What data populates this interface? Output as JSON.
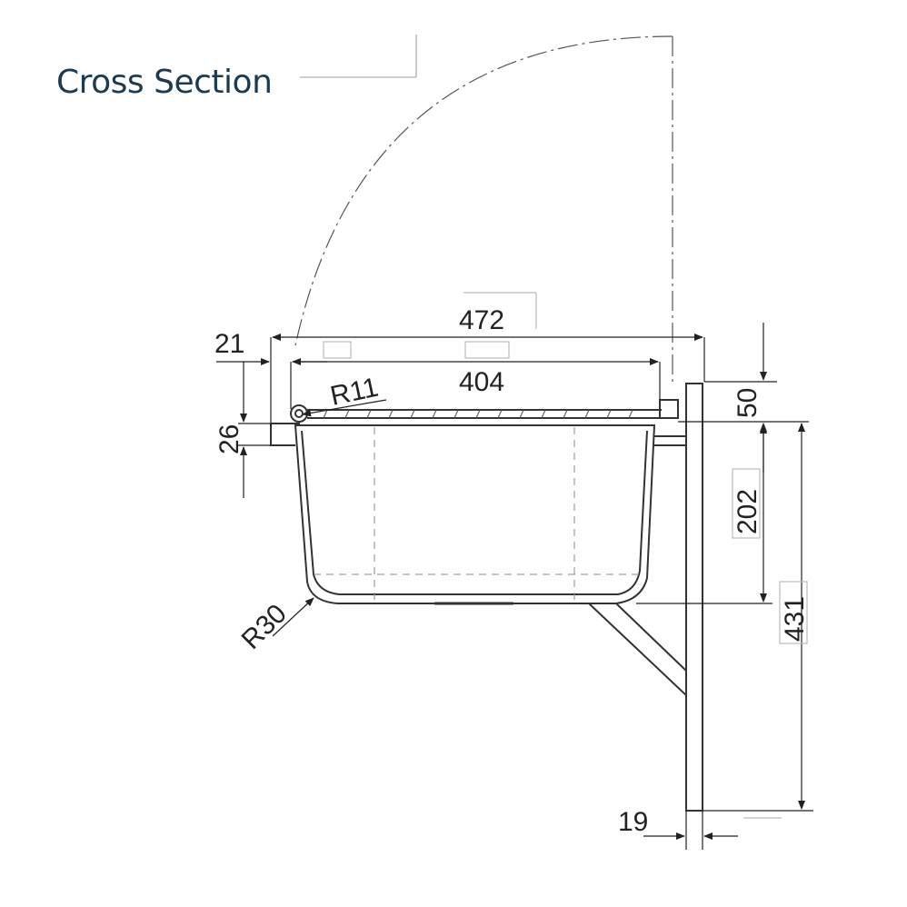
{
  "title": "Cross Section",
  "dimensions": {
    "overall_width": "472",
    "bowl_width": "404",
    "flange_offset": "21",
    "flange_height": "26",
    "radius_small": "R11",
    "radius_large": "R30",
    "rim_height": "50",
    "bowl_depth": "202",
    "total_height": "431",
    "post_width": "19"
  },
  "colors": {
    "title": "#1c3a52",
    "line": "#333333"
  }
}
